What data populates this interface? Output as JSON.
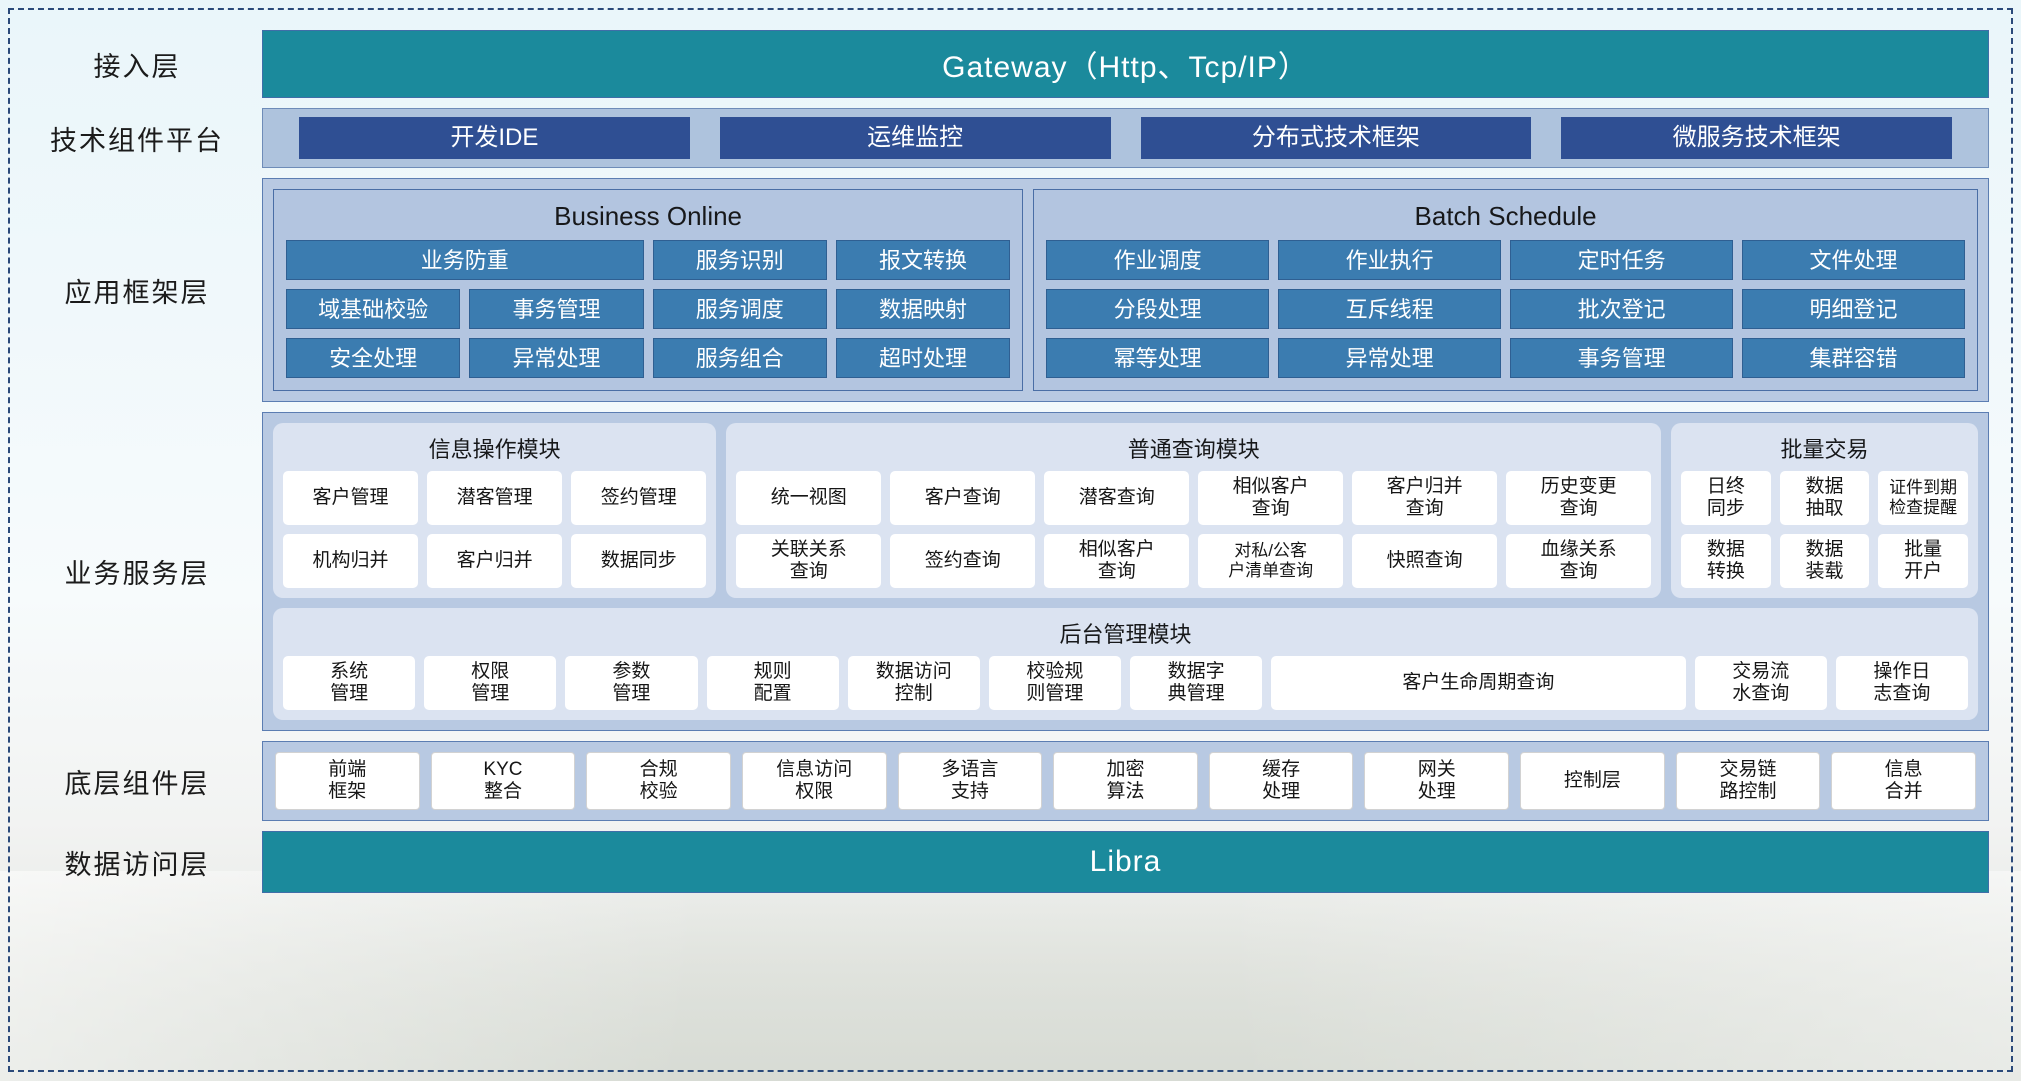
{
  "layers": [
    {
      "id": "access",
      "label": "接入层"
    },
    {
      "id": "tech",
      "label": "技术组件平台"
    },
    {
      "id": "appframework",
      "label": "应用框架层"
    },
    {
      "id": "bizservice",
      "label": "业务服务层"
    },
    {
      "id": "basecomponent",
      "label": "底层组件层"
    },
    {
      "id": "dataaccess",
      "label": "数据访问层"
    }
  ],
  "access_layer": {
    "banner": "Gateway（Http、Tcp/IP）"
  },
  "tech_platform": {
    "chips": [
      "开发IDE",
      "运维监控",
      "分布式技术框架",
      "微服务技术框架"
    ]
  },
  "app_framework": {
    "groups": [
      {
        "title": "Business Online",
        "rows": [
          [
            "业务防重",
            "服务识别",
            "报文转换"
          ],
          [
            "域基础校验",
            "事务管理",
            "服务调度",
            "数据映射"
          ],
          [
            "安全处理",
            "异常处理",
            "服务组合",
            "超时处理"
          ]
        ]
      },
      {
        "title": "Batch Schedule",
        "rows": [
          [
            "作业调度",
            "作业执行",
            "定时任务",
            "文件处理"
          ],
          [
            "分段处理",
            "互斥线程",
            "批次登记",
            "明细登记"
          ],
          [
            "幂等处理",
            "异常处理",
            "事务管理",
            "集群容错"
          ]
        ]
      }
    ]
  },
  "biz_service": {
    "top_groups": [
      {
        "title": "信息操作模块",
        "rows": [
          [
            "客户管理",
            "潜客管理",
            "签约管理"
          ],
          [
            "机构归并",
            "客户归并",
            "数据同步"
          ]
        ]
      },
      {
        "title": "普通查询模块",
        "rows": [
          [
            "统一视图",
            "客户查询",
            "潜客查询",
            "相似客户\n查询",
            "客户归并\n查询",
            "历史变更\n查询"
          ],
          [
            "关联关系\n查询",
            "签约查询",
            "相似客户\n查询",
            "对私/公客\n户清单查询",
            "快照查询",
            "血缘关系\n查询"
          ]
        ]
      },
      {
        "title": "批量交易",
        "rows": [
          [
            "日终\n同步",
            "数据\n抽取",
            "证件到期\n检查提醒"
          ],
          [
            "数据\n转换",
            "数据\n装载",
            "批量\n开户"
          ]
        ]
      }
    ],
    "bottom_group": {
      "title": "后台管理模块",
      "cells": [
        "系统\n管理",
        "权限\n管理",
        "参数\n管理",
        "规则\n配置",
        "数据访问\n控制",
        "校验规\n则管理",
        "数据字\n典管理",
        "客户生命周期查询",
        "交易流\n水查询",
        "操作日\n志查询"
      ]
    }
  },
  "base_component": {
    "cells": [
      "前端\n框架",
      "KYC\n整合",
      "合规\n校验",
      "信息访问\n权限",
      "多语言\n支持",
      "加密\n算法",
      "缓存\n处理",
      "网关\n处理",
      "控制层",
      "交易链\n路控制",
      "信息\n合并"
    ]
  },
  "data_access": {
    "banner": "Libra"
  },
  "colors": {
    "teal": "#1b8a9c",
    "dark_blue_chip": "#2f4f93",
    "mid_blue_cell": "#3b7cb0",
    "panel_blue": "#b8c9e2",
    "group_light": "#dbe3f1",
    "frame_dash": "#2b4a7a"
  }
}
